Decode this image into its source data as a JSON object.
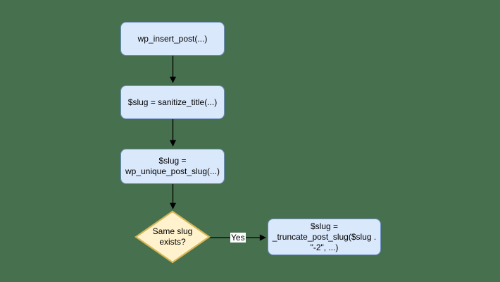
{
  "diagram": {
    "type": "flowchart",
    "nodes": {
      "insert_post": {
        "type": "process",
        "label": "wp_insert_post(...)"
      },
      "sanitize_title": {
        "type": "process",
        "label": "$slug = sanitize_title(...)"
      },
      "unique_post_slug": {
        "type": "process",
        "label": "$slug =\nwp_unique_post_slug(...)"
      },
      "same_slug_exists": {
        "type": "decision",
        "label": "Same slug\nexists?"
      },
      "truncate_post_slug": {
        "type": "process",
        "label": "$slug =\n_truncate_post_slug($slug .\n\"-2\", ...)"
      }
    },
    "edges": {
      "insert_to_sanitize": {
        "from": "insert_post",
        "to": "sanitize_title",
        "label": ""
      },
      "sanitize_to_unique": {
        "from": "sanitize_title",
        "to": "unique_post_slug",
        "label": ""
      },
      "unique_to_decision": {
        "from": "unique_post_slug",
        "to": "same_slug_exists",
        "label": ""
      },
      "decision_to_truncate": {
        "from": "same_slug_exists",
        "to": "truncate_post_slug",
        "label": "Yes"
      }
    },
    "colors": {
      "background": "#47714E",
      "process_fill": "#dae8fc",
      "process_border": "#6c8ebf",
      "decision_fill": "#fff2cc",
      "decision_border": "#d6b656",
      "arrow": "#000000",
      "text": "#000000",
      "edge_label_background": "#ffffff"
    }
  }
}
